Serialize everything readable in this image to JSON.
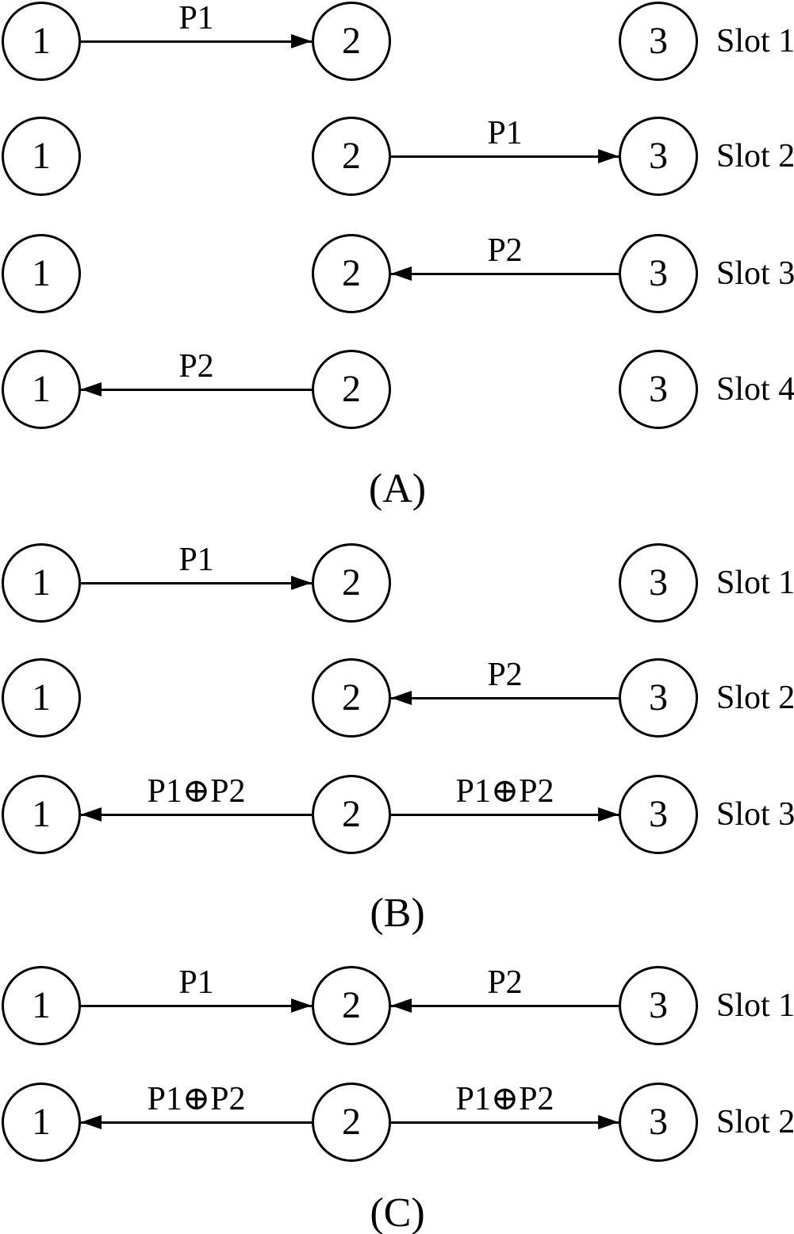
{
  "figure": {
    "background_color": "#ffffff",
    "ink_color": "#000000",
    "sections": [
      {
        "caption": "(A)",
        "rows": [
          {
            "slot": "Slot 1",
            "nodes": [
              "1",
              "2",
              "3"
            ],
            "arrows": [
              {
                "from": "1",
                "to": "2",
                "label": "P1"
              }
            ]
          },
          {
            "slot": "Slot 2",
            "nodes": [
              "1",
              "2",
              "3"
            ],
            "arrows": [
              {
                "from": "2",
                "to": "3",
                "label": "P1"
              }
            ]
          },
          {
            "slot": "Slot 3",
            "nodes": [
              "1",
              "2",
              "3"
            ],
            "arrows": [
              {
                "from": "3",
                "to": "2",
                "label": "P2"
              }
            ]
          },
          {
            "slot": "Slot 4",
            "nodes": [
              "1",
              "2",
              "3"
            ],
            "arrows": [
              {
                "from": "2",
                "to": "1",
                "label": "P2"
              }
            ]
          }
        ]
      },
      {
        "caption": "(B)",
        "rows": [
          {
            "slot": "Slot 1",
            "nodes": [
              "1",
              "2",
              "3"
            ],
            "arrows": [
              {
                "from": "1",
                "to": "2",
                "label": "P1"
              }
            ]
          },
          {
            "slot": "Slot 2",
            "nodes": [
              "1",
              "2",
              "3"
            ],
            "arrows": [
              {
                "from": "3",
                "to": "2",
                "label": "P2"
              }
            ]
          },
          {
            "slot": "Slot 3",
            "nodes": [
              "1",
              "2",
              "3"
            ],
            "arrows": [
              {
                "from": "2",
                "to": "1",
                "label": "P1⊕P2"
              },
              {
                "from": "2",
                "to": "3",
                "label": "P1⊕P2"
              }
            ]
          }
        ]
      },
      {
        "caption": "(C)",
        "rows": [
          {
            "slot": "Slot 1",
            "nodes": [
              "1",
              "2",
              "3"
            ],
            "arrows": [
              {
                "from": "1",
                "to": "2",
                "label": "P1"
              },
              {
                "from": "3",
                "to": "2",
                "label": "P2"
              }
            ]
          },
          {
            "slot": "Slot 2",
            "nodes": [
              "1",
              "2",
              "3"
            ],
            "arrows": [
              {
                "from": "2",
                "to": "1",
                "label": "P1⊕P2"
              },
              {
                "from": "2",
                "to": "3",
                "label": "P1⊕P2"
              }
            ]
          }
        ]
      }
    ]
  }
}
